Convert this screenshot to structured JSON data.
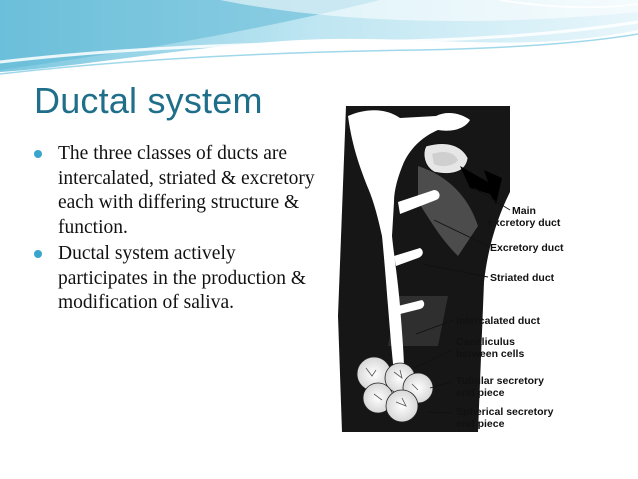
{
  "slide": {
    "title": "Ductal system",
    "bullets": [
      "The three classes of ducts are intercalated, striated & excretory each with differing structure & function.",
      "Ductal system actively participates in the production & modification of saliva."
    ]
  },
  "figure": {
    "labels": {
      "main1": "Main",
      "main2": "excretory duct",
      "excretory": "Excretory duct",
      "striated": "Striated duct",
      "intercalated": "Intercalated duct",
      "canal1": "Canaliculus",
      "canal2": "between cells",
      "tub1": "Tubular secretory",
      "tub2": "end piece",
      "sph1": "Spherical secretory",
      "sph2": "end piece"
    }
  },
  "colors": {
    "title": "#1f6e8a",
    "bullet": "#3aa5cc",
    "banner_light": "#d8f0f8",
    "banner_mid": "#8fd0e6",
    "banner_dark": "#3aa5cc"
  }
}
